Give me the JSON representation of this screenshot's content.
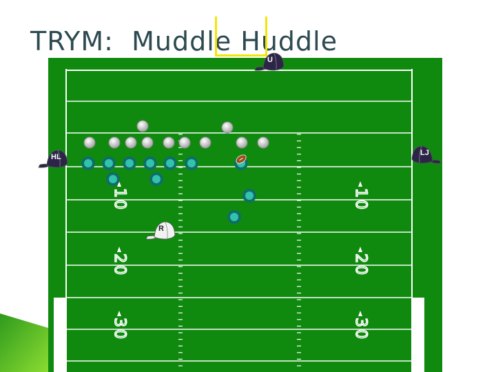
{
  "title": "TRYM:  Muddle Huddle",
  "yard_numbers": [
    "10",
    "20",
    "30"
  ],
  "officials": {
    "head_linesman": "HL",
    "line_judge": "LJ",
    "referee": "R",
    "umpire": "U"
  },
  "colors": {
    "field": "#0f8a0f",
    "field_dark": "#0c7a0c",
    "offense": "#1a9a8a",
    "defense": "#d8d8d8",
    "highlight": "#f2e600",
    "title_text": "#2d4a50"
  }
}
